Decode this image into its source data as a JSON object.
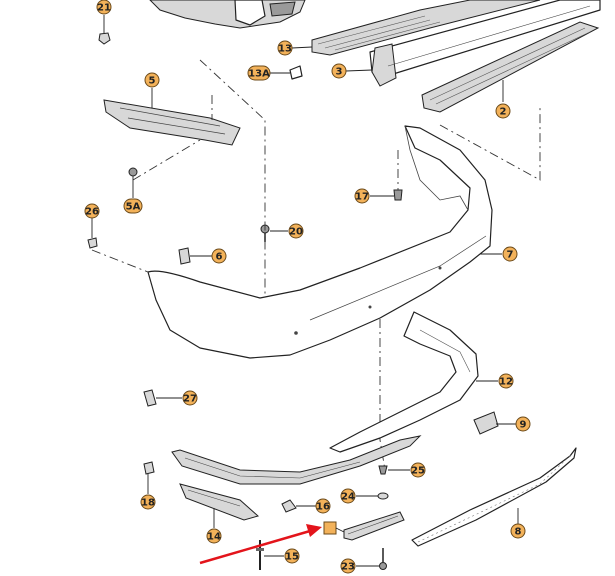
{
  "diagram": {
    "callouts": [
      {
        "id": "c21",
        "label": "21"
      },
      {
        "id": "c13",
        "label": "13"
      },
      {
        "id": "c13a",
        "label": "13A"
      },
      {
        "id": "c3",
        "label": "3"
      },
      {
        "id": "c5",
        "label": "5"
      },
      {
        "id": "c2",
        "label": "2"
      },
      {
        "id": "c5a",
        "label": "5A"
      },
      {
        "id": "c17",
        "label": "17"
      },
      {
        "id": "c26",
        "label": "26"
      },
      {
        "id": "c20",
        "label": "20"
      },
      {
        "id": "c6",
        "label": "6"
      },
      {
        "id": "c7",
        "label": "7"
      },
      {
        "id": "c12",
        "label": "12"
      },
      {
        "id": "c27",
        "label": "27"
      },
      {
        "id": "c9",
        "label": "9"
      },
      {
        "id": "c25",
        "label": "25"
      },
      {
        "id": "c18",
        "label": "18"
      },
      {
        "id": "c24",
        "label": "24"
      },
      {
        "id": "c16",
        "label": "16"
      },
      {
        "id": "c14",
        "label": "14"
      },
      {
        "id": "c8",
        "label": "8"
      },
      {
        "id": "c15",
        "label": "15"
      },
      {
        "id": "c23",
        "label": "23"
      }
    ],
    "highlight": {
      "arrow_color": "#e3141b",
      "callout_color": "#f3b25a"
    }
  }
}
